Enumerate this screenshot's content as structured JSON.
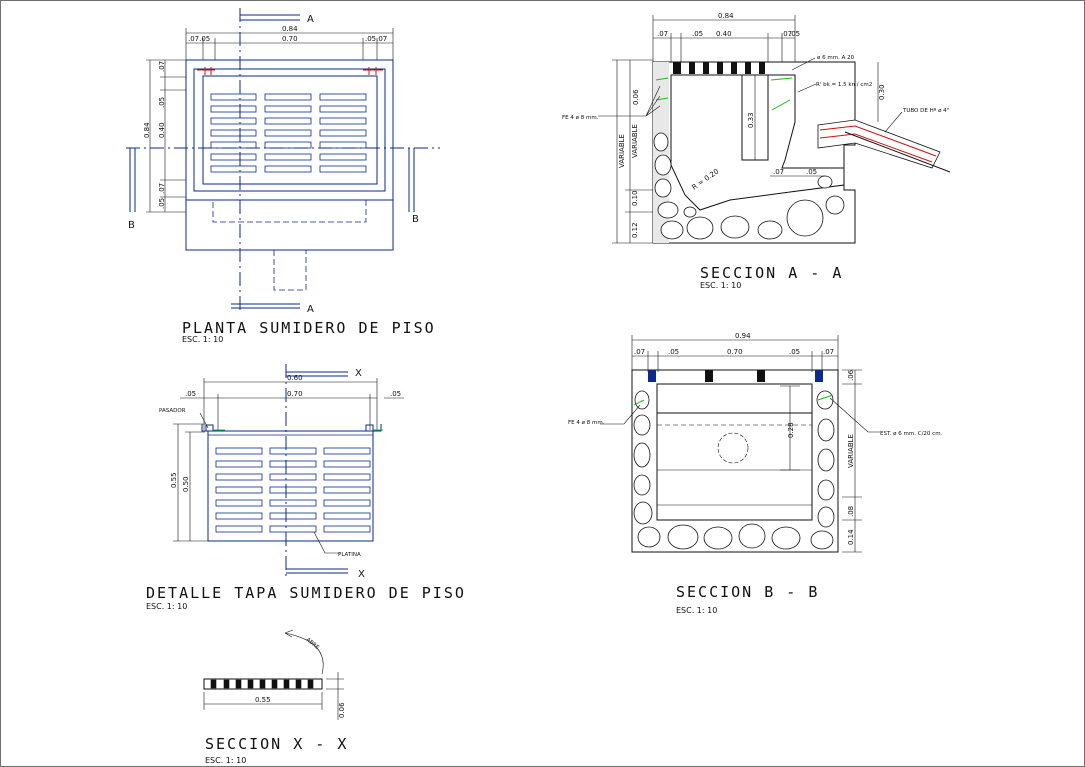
{
  "views": {
    "plan": {
      "title": "PLANTA SUMIDERO DE PISO",
      "scale": "ESC. 1: 10",
      "cut_a": "A",
      "cut_b": "B",
      "dims": {
        "total": "0.84",
        "inner": "0.70",
        "edge_left": ".07.05",
        "edge_right": ".05.07",
        "v_07a": ".07",
        "v_05": ".05",
        "v_40": "0.40",
        "v_84": "0.84",
        "v_07b": ".07",
        "v_05b": ".05"
      }
    },
    "cover": {
      "title": "DETALLE TAPA SUMIDERO DE PISO",
      "scale": "ESC. 1: 10",
      "cut_x": "X",
      "dims": {
        "total": "0.60",
        "inner": "0.70",
        "left": ".05",
        "right": ".05",
        "height": "0.55",
        "inner_h": "0.50"
      },
      "labels": {
        "pin": "PASADOR",
        "frame": "PLATINA"
      }
    },
    "section_xx": {
      "title": "SECCION  X - X",
      "scale": "ESC. 1: 10",
      "dims": {
        "length": "0.55",
        "thickness": "0.06"
      },
      "labels": {
        "open": "ABRE"
      }
    },
    "section_aa": {
      "title": "SECCION  A  -  A",
      "scale": "ESC. 1: 10",
      "dims": {
        "total": "0.84",
        "a": ".07",
        "b": ".05",
        "c": "0.40",
        "d": ".07",
        "e": ".05",
        "v33": "0.33",
        "v06": "0.06",
        "v30": "0.30",
        "v10": "0.10",
        "v12": "0.12",
        "h07": ".07",
        "h05": ".05"
      },
      "labels": {
        "variable": "VARIABLE",
        "rebar": "FE 4 ø 8 mm.",
        "stirrup": "ø 6 mm. A 20",
        "fill": "R' bk = 1.5 kn / cm2",
        "pipe": "TUBO DE Hº ø 4\"",
        "radius": "R = 0.20"
      }
    },
    "section_bb": {
      "title": "SECCION  B  -  B",
      "scale": "ESC. 1: 10",
      "dims": {
        "total": "0.94",
        "a": ".07",
        "b": ".05",
        "c": "0.70",
        "d": ".05",
        "e": ".07",
        "v06": ".06",
        "v28": "0.28",
        "v08": ".08",
        "v14": "0.14"
      },
      "labels": {
        "variable": "VARIABLE",
        "rebar": "FE 4 ø 8 mm.",
        "stirrup": "EST. ø 6 mm. C/20 cm."
      }
    }
  }
}
